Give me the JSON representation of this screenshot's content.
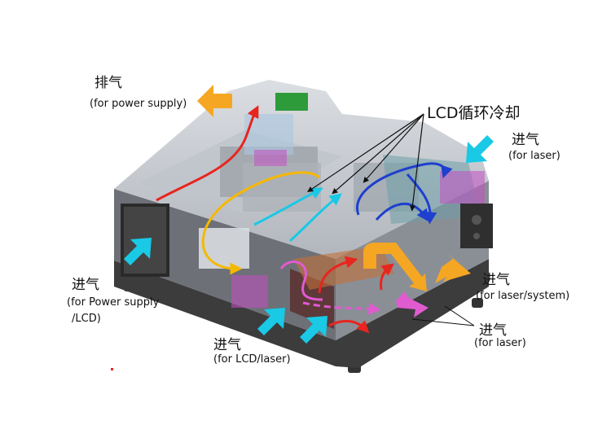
{
  "labels": {
    "exhaust_power": {
      "zh": "排气",
      "en": "(for power supply)"
    },
    "lcd_circulation": {
      "text": "LCD循环冷却"
    },
    "intake_laser_top": {
      "zh": "进气",
      "en": "(for laser)"
    },
    "intake_power_lcd": {
      "zh": "进气",
      "en1": "(for Power supply",
      "en2": "/LCD)"
    },
    "intake_lcd_laser": {
      "zh": "进气",
      "en": "(for LCD/laser)"
    },
    "exhaust_laser_system": {
      "zh": "进气",
      "en": "(for laser/system)"
    },
    "intake_laser_bottom": {
      "zh": "进气",
      "en": "(for laser)"
    }
  },
  "colors": {
    "orange": "#f5a623",
    "cyan": "#19c9e6",
    "red": "#e8251f",
    "blue": "#1f3fcf",
    "yellow": "#f5b800",
    "pink": "#e05bd0",
    "magenta": "#c54fc4"
  }
}
